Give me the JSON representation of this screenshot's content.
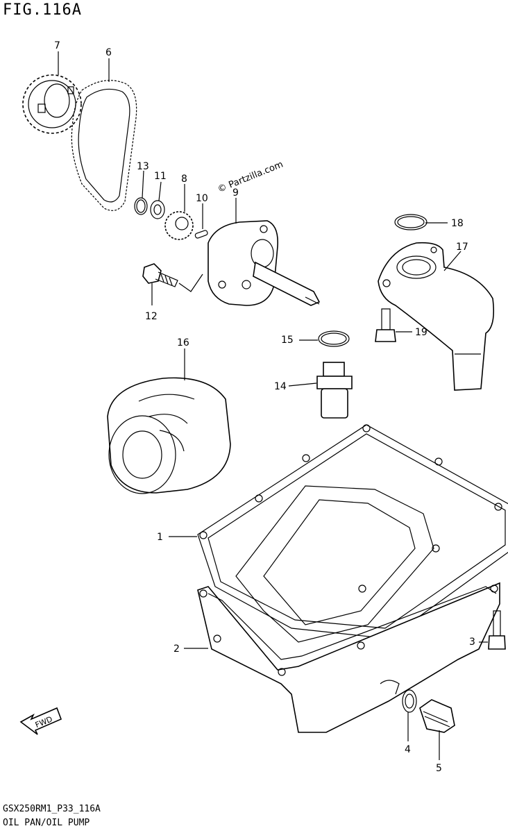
{
  "figure": {
    "title": "FIG.116A",
    "model_code": "GSX250RM1_P33_116A",
    "section_name": "OIL PAN/OIL PUMP",
    "watermark": "© Partzilla.com",
    "fwd_label": "FWD"
  },
  "callouts": [
    {
      "id": "1",
      "label": "1"
    },
    {
      "id": "2",
      "label": "2"
    },
    {
      "id": "3",
      "label": "3"
    },
    {
      "id": "4",
      "label": "4"
    },
    {
      "id": "5",
      "label": "5"
    },
    {
      "id": "6",
      "label": "6"
    },
    {
      "id": "7",
      "label": "7"
    },
    {
      "id": "8",
      "label": "8"
    },
    {
      "id": "9",
      "label": "9"
    },
    {
      "id": "10",
      "label": "10"
    },
    {
      "id": "11",
      "label": "11"
    },
    {
      "id": "12",
      "label": "12"
    },
    {
      "id": "13",
      "label": "13"
    },
    {
      "id": "14",
      "label": "14"
    },
    {
      "id": "15",
      "label": "15"
    },
    {
      "id": "16",
      "label": "16"
    },
    {
      "id": "17",
      "label": "17"
    },
    {
      "id": "18",
      "label": "18"
    },
    {
      "id": "19",
      "label": "19"
    }
  ]
}
